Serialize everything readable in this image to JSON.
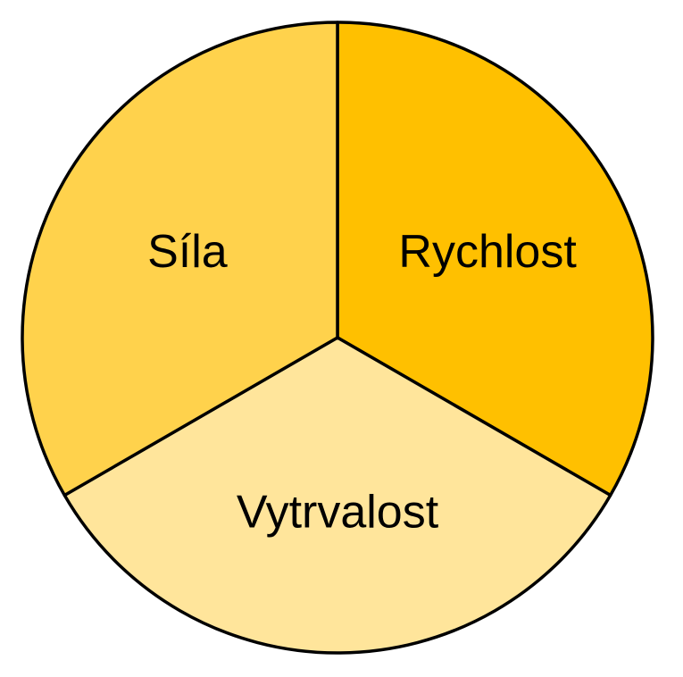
{
  "page": {
    "background_color": "#FFFFFF"
  },
  "chart_data": {
    "type": "pie",
    "title": "",
    "categories": [
      "Rychlost",
      "Vytrvalost",
      "Síla"
    ],
    "values": [
      1,
      1,
      1
    ],
    "slices": [
      {
        "label": "Rychlost",
        "value": 1,
        "fraction": 0.3333,
        "color": "#FFC000"
      },
      {
        "label": "Vytrvalost",
        "value": 1,
        "fraction": 0.3333,
        "color": "#FFE59B"
      },
      {
        "label": "Síla",
        "value": 1,
        "fraction": 0.3333,
        "color": "#FFD24C"
      }
    ],
    "start_angle": "top (12 o'clock)",
    "direction": "clockwise",
    "labels_position": "inside",
    "label_color": "#000000",
    "outline_color": "#000000",
    "legend": "none",
    "axes": "none"
  }
}
